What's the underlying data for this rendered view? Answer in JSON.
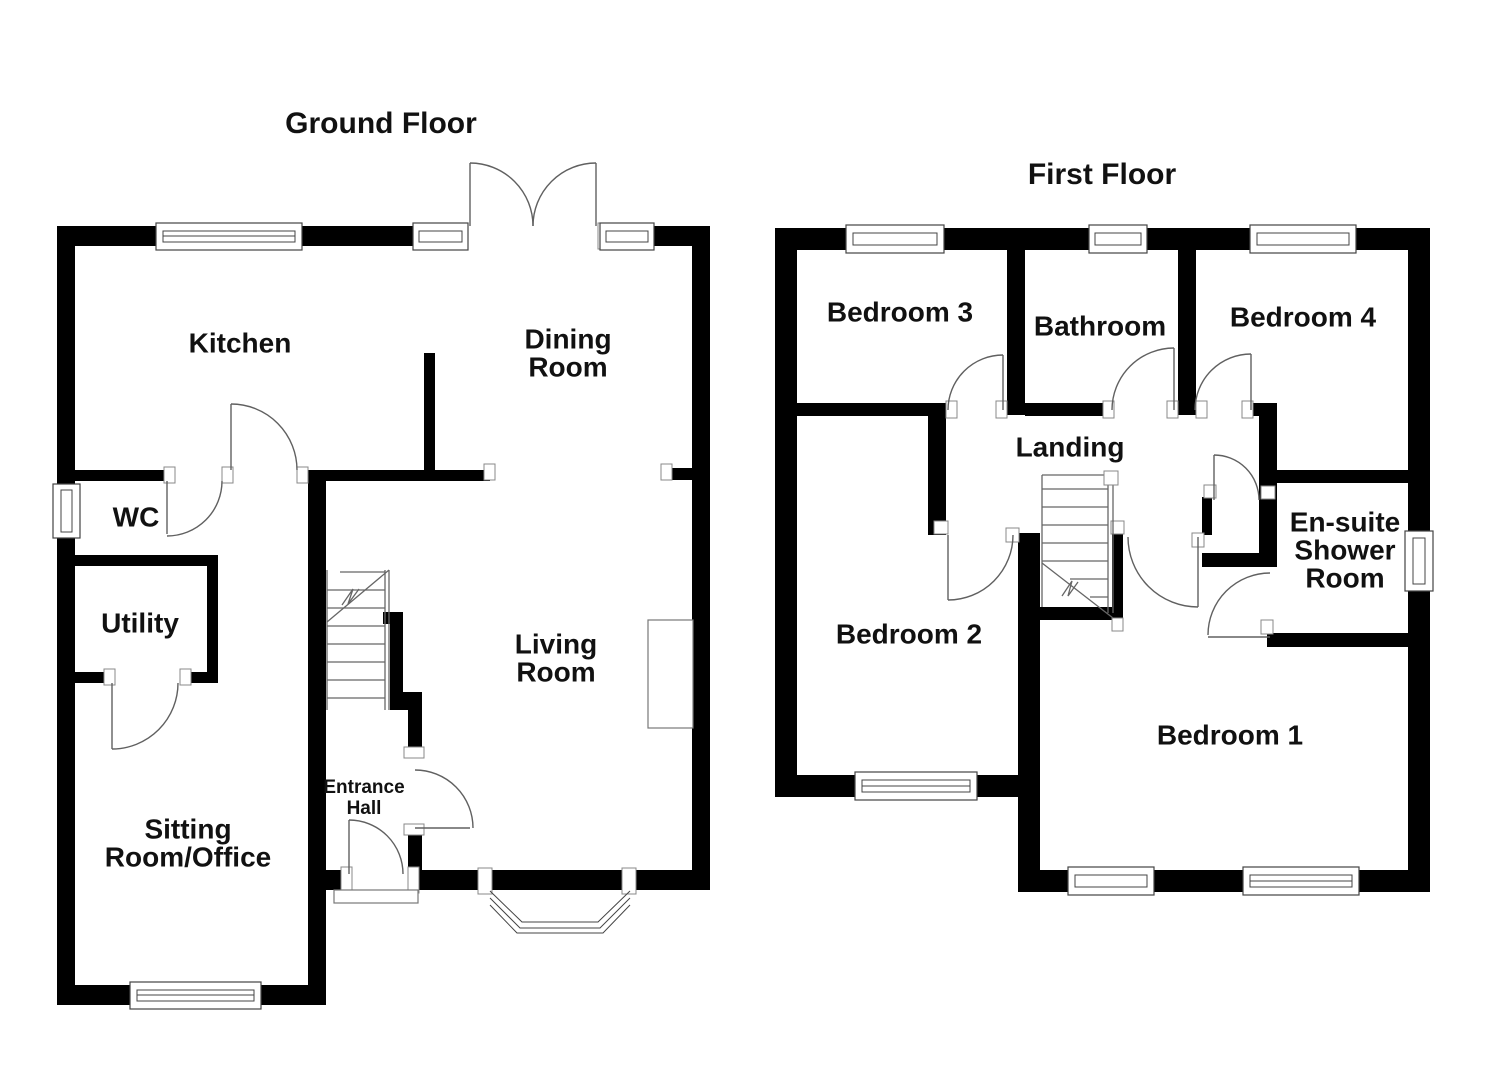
{
  "ground_floor": {
    "title": "Ground Floor",
    "rooms": {
      "kitchen": "Kitchen",
      "dining_line1": "Dining",
      "dining_line2": "Room",
      "wc": "WC",
      "utility": "Utility",
      "living_line1": "Living",
      "living_line2": "Room",
      "entrance_line1": "Entrance",
      "entrance_line2": "Hall",
      "sitting_line1": "Sitting",
      "sitting_line2": "Room/Office"
    }
  },
  "first_floor": {
    "title": "First Floor",
    "rooms": {
      "bedroom3": "Bedroom 3",
      "bathroom": "Bathroom",
      "bedroom4": "Bedroom 4",
      "landing": "Landing",
      "ensuite_line1": "En-suite",
      "ensuite_line2": "Shower",
      "ensuite_line3": "Room",
      "bedroom2": "Bedroom 2",
      "bedroom1": "Bedroom 1"
    }
  },
  "colors": {
    "wall": "#000000",
    "detail_line": "#606060",
    "text": "#111111",
    "background": "#ffffff"
  }
}
